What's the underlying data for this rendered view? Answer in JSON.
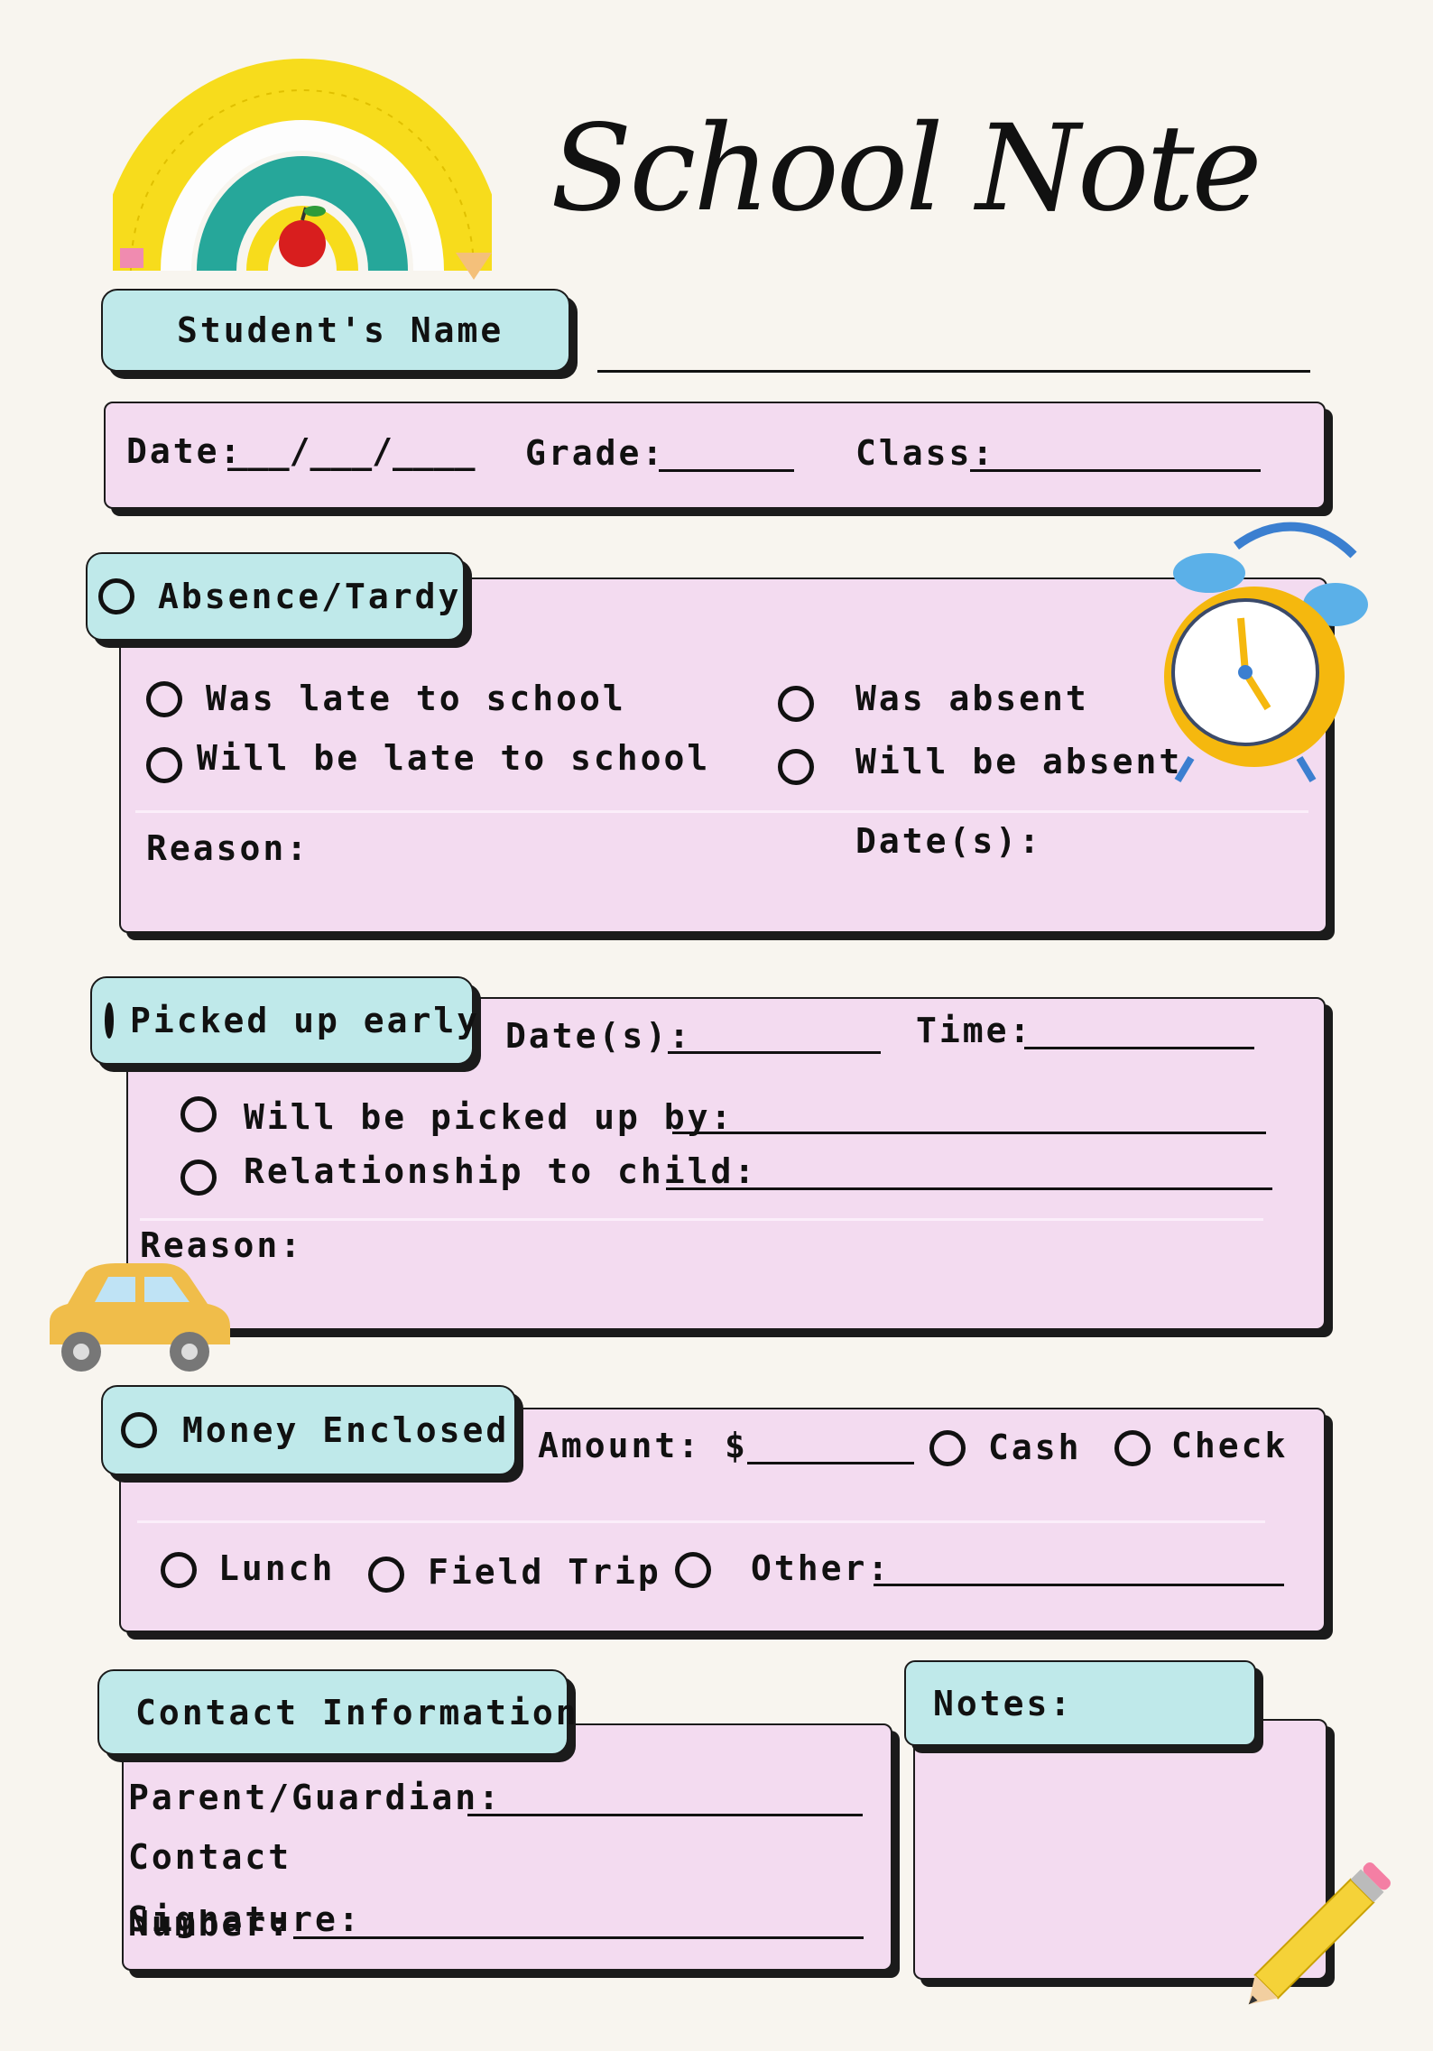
{
  "title": "School Note",
  "student": {
    "label": "Student's Name"
  },
  "date_row": {
    "date_label": "Date:",
    "date_slots": "___/___/____",
    "grade_label": "Grade:",
    "class_label": "Class:"
  },
  "absence": {
    "tab": "Absence/Tardy",
    "late": "Was late to school",
    "will_late": "Will be late to school",
    "absent": "Was absent",
    "will_absent": "Will be absent",
    "reason": "Reason:",
    "dates": "Date(s):"
  },
  "pickup": {
    "tab": "Picked up early",
    "dates": "Date(s):",
    "time": "Time:",
    "picked_by": "Will be picked up by:",
    "relationship": "Relationship to child:",
    "reason": "Reason:"
  },
  "money": {
    "tab": "Money Enclosed",
    "amount": "Amount: $",
    "cash": "Cash",
    "check": "Check",
    "lunch": "Lunch",
    "field_trip": "Field Trip",
    "other": "Other:"
  },
  "contact": {
    "tab": "Contact Information",
    "parent": "Parent/Guardian:",
    "contact": "Contact",
    "number": "Number:",
    "signature": "Signature:"
  },
  "notes": {
    "tab": "Notes:"
  },
  "colors": {
    "pink": "#f3dbf0",
    "teal": "#bfe9ea",
    "ink": "#111111",
    "paper": "#f8f5ef"
  },
  "icons": [
    "rainbow-icon",
    "apple-icon",
    "alarm-clock-icon",
    "car-icon",
    "pencil-icon"
  ]
}
